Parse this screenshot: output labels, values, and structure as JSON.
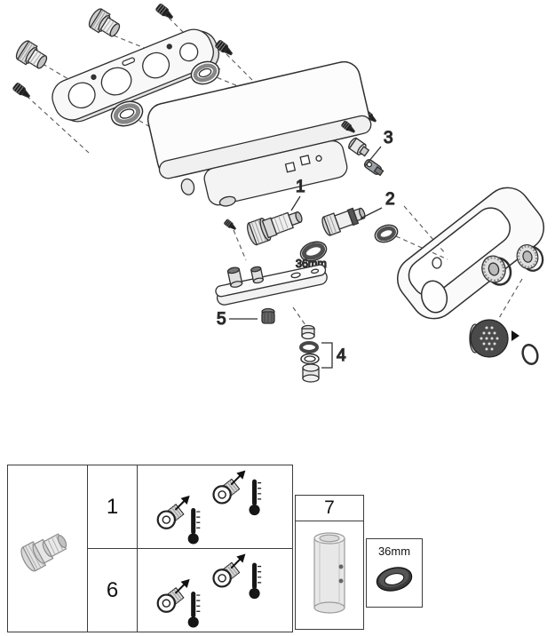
{
  "figure": {
    "callouts": {
      "c1": "1",
      "c2": "2",
      "c3": "3",
      "c4": "4",
      "c5": "5",
      "ring_size": "36mm"
    }
  },
  "parts_table": {
    "row1_label": "1",
    "row2_label": "6",
    "box7_label": "7",
    "ring_label": "36mm"
  },
  "icons": {
    "thermometer": "thermometer-icon",
    "flow_arrow": "arrow-up-right-icon"
  },
  "colors": {
    "line": "#2f2f2f",
    "dark_part": "#4a4a4a",
    "panel_border": "#3c3c3c",
    "background": "#ffffff"
  }
}
